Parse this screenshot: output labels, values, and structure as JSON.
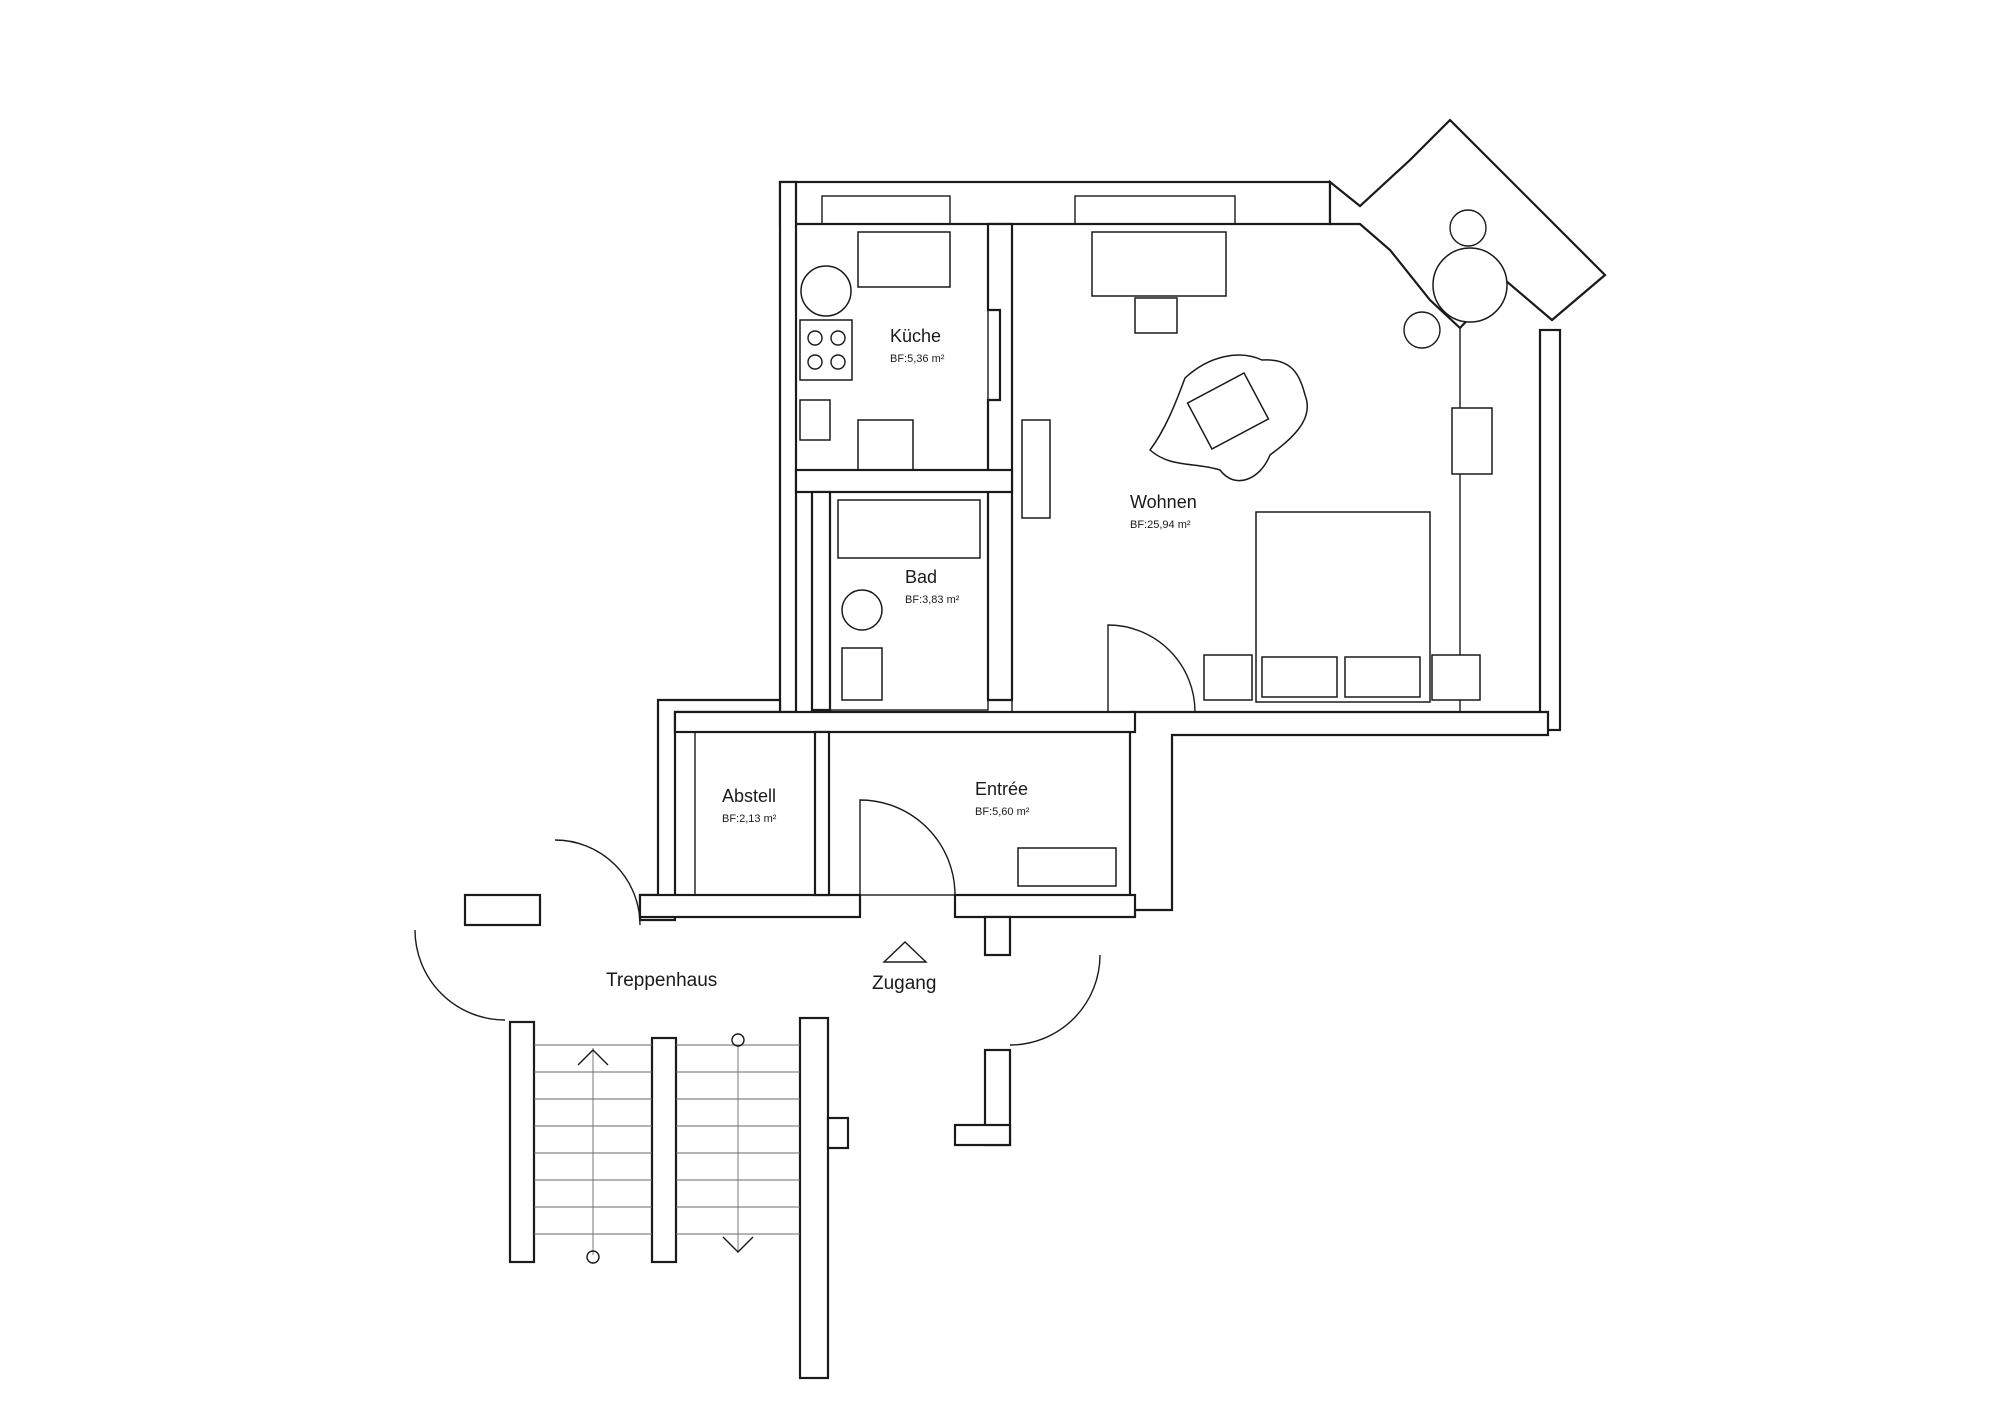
{
  "rooms": {
    "kueche": {
      "name": "Küche",
      "area": "BF:5,36 m²"
    },
    "wohnen": {
      "name": "Wohnen",
      "area": "BF:25,94 m²"
    },
    "bad": {
      "name": "Bad",
      "area": "BF:3,83 m²"
    },
    "abstell": {
      "name": "Abstell",
      "area": "BF:2,13 m²"
    },
    "entree": {
      "name": "Entrée",
      "area": "BF:5,60 m²"
    }
  },
  "common": {
    "treppenhaus": "Treppenhaus",
    "zugang": "Zugang"
  }
}
